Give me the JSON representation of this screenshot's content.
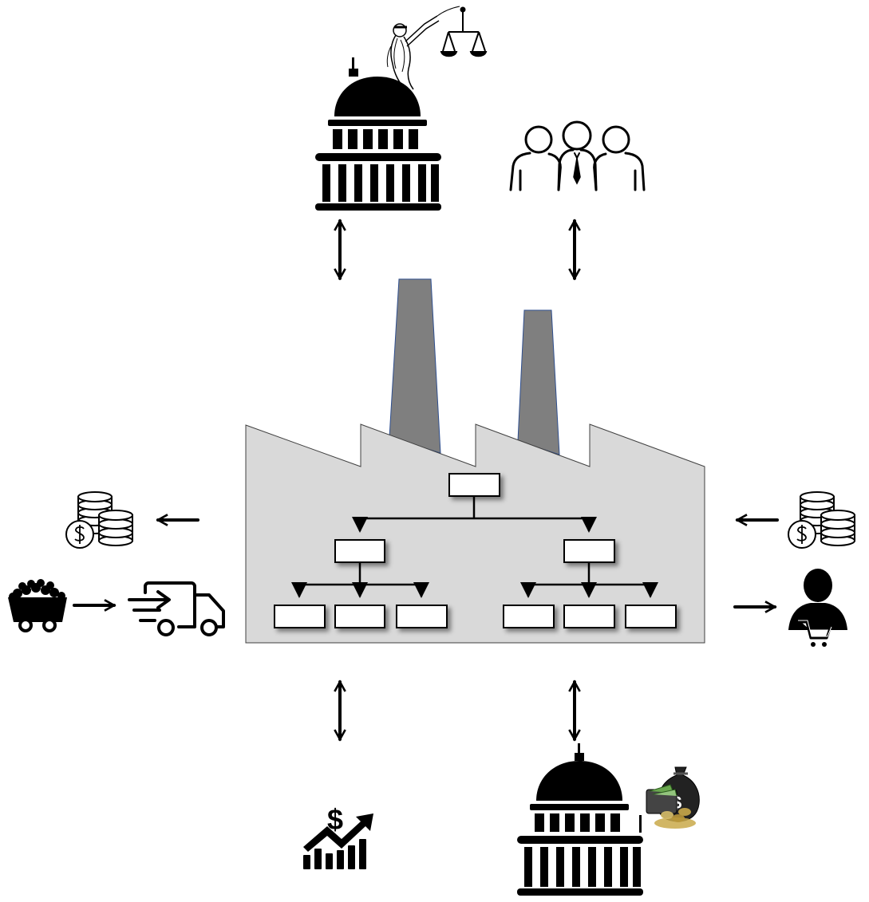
{
  "diagram": {
    "type": "firm-environment-illustration",
    "colors": {
      "ink": "#000000",
      "factory_fill": "#d9d9d9",
      "factory_stroke": "#404040",
      "chimney_fill": "#7f7f7f",
      "chimney_stroke": "#2f4f8f",
      "box_fill": "#ffffff",
      "gold": "#c9a94a"
    },
    "icons": [
      "capitol-justice-icon",
      "stakeholders-people-icon",
      "coins-outflow-icon",
      "coins-inflow-icon",
      "raw-material-cart-icon",
      "delivery-truck-icon",
      "customer-cart-icon",
      "market-growth-chart-icon",
      "capitol-money-icon"
    ],
    "org_chart": {
      "levels": 3,
      "branches": 2,
      "leaves_per_branch": 3
    }
  }
}
